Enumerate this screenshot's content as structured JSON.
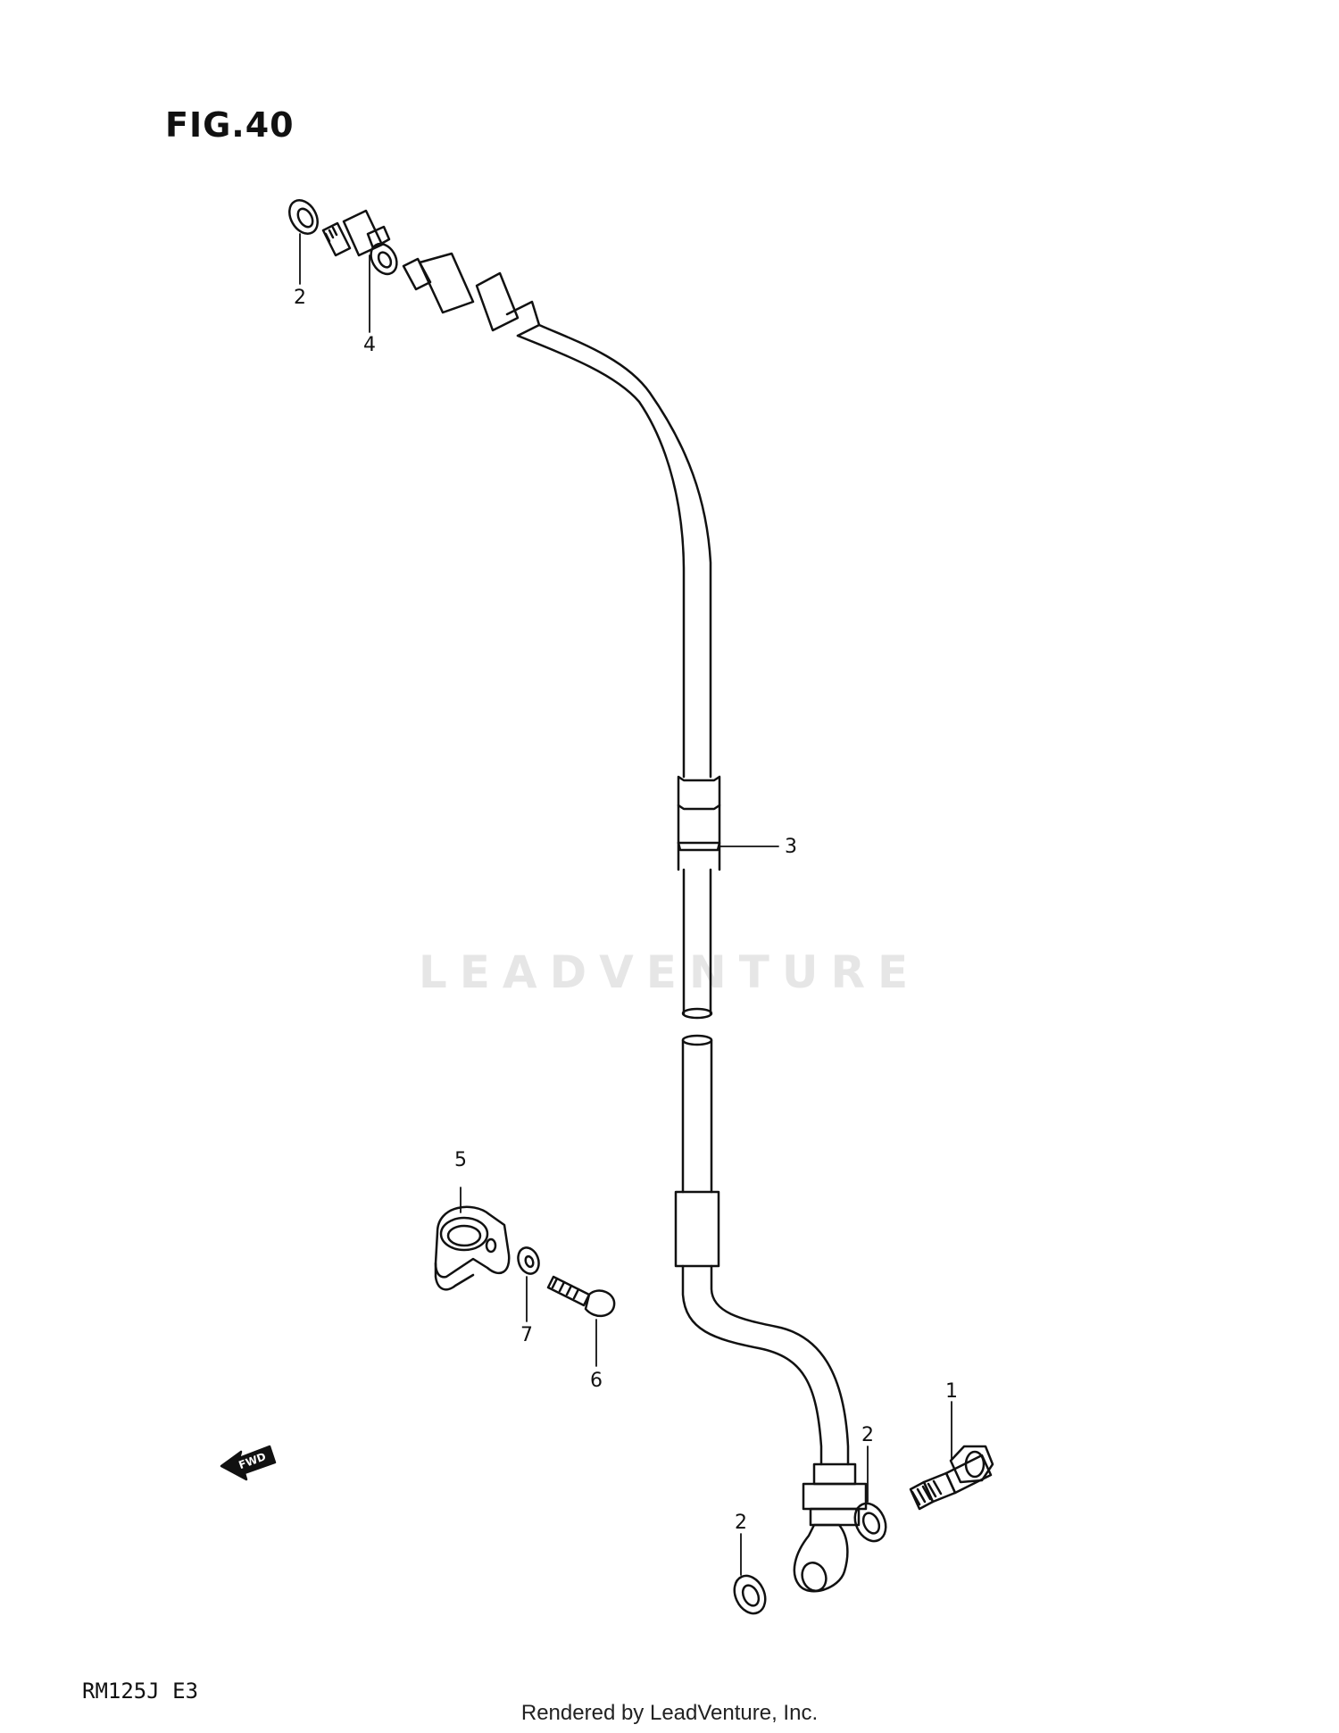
{
  "figure": {
    "title": "FIG.40"
  },
  "watermark": {
    "text": "LEADVENTURE"
  },
  "callouts": [
    {
      "id": "c1",
      "label": "1"
    },
    {
      "id": "c2a",
      "label": "2"
    },
    {
      "id": "c2b",
      "label": "2"
    },
    {
      "id": "c2c",
      "label": "2"
    },
    {
      "id": "c3",
      "label": "3"
    },
    {
      "id": "c4",
      "label": "4"
    },
    {
      "id": "c5",
      "label": "5"
    },
    {
      "id": "c6",
      "label": "6"
    },
    {
      "id": "c7",
      "label": "7"
    }
  ],
  "fwd_arrow": {
    "label": "FWD"
  },
  "model": {
    "code": "RM125J E3"
  },
  "footer": {
    "text": "Rendered by LeadVenture, Inc."
  }
}
